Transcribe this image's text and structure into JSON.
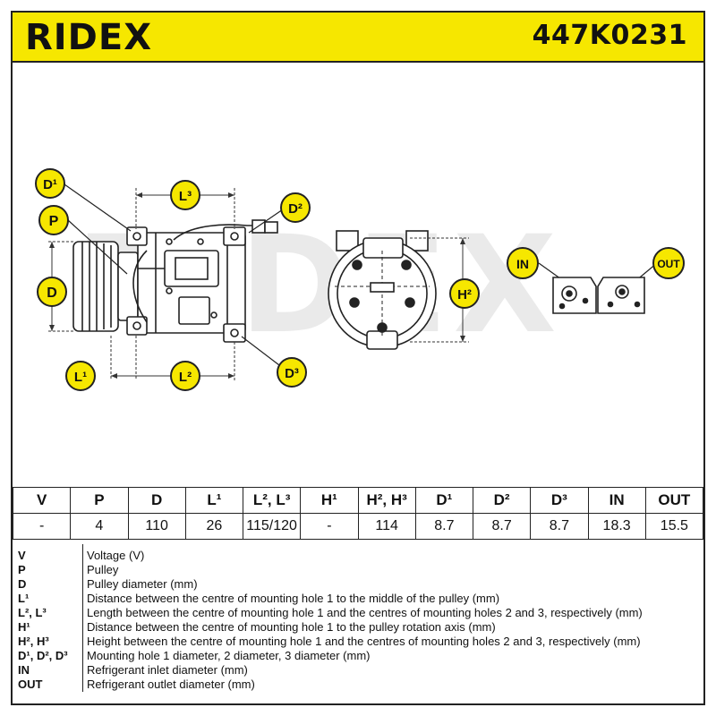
{
  "brand": {
    "name": "RIDEX"
  },
  "part_number": "447K0231",
  "drawing": {
    "callouts": {
      "d1": "D¹",
      "p": "P",
      "d": "D",
      "l1": "L¹",
      "l2": "L²",
      "l3": "L³",
      "d2": "D²",
      "d3": "D³",
      "h2": "H²",
      "in": "IN",
      "out": "OUT"
    },
    "accent_color": "#f6e700"
  },
  "spec_table": {
    "headers": [
      "V",
      "P",
      "D",
      "L¹",
      "L², L³",
      "H¹",
      "H², H³",
      "D¹",
      "D²",
      "D³",
      "IN",
      "OUT"
    ],
    "values": [
      "-",
      "4",
      "110",
      "26",
      "115/120",
      "-",
      "114",
      "8.7",
      "8.7",
      "8.7",
      "18.3",
      "15.5"
    ]
  },
  "legend": [
    {
      "key": "V",
      "text": "Voltage (V)"
    },
    {
      "key": "P",
      "text": "Pulley"
    },
    {
      "key": "D",
      "text": "Pulley diameter (mm)"
    },
    {
      "key": "L¹",
      "text": "Distance between the centre of mounting hole 1 to the middle of the pulley (mm)"
    },
    {
      "key": "L², L³",
      "text": "Length between the centre of mounting hole 1 and the centres of mounting holes 2 and 3, respectively (mm)"
    },
    {
      "key": "H¹",
      "text": "Distance between the centre of mounting hole 1 to the pulley rotation axis (mm)"
    },
    {
      "key": "H², H³",
      "text": "Height between the centre of mounting hole 1 and the centres of mounting holes 2 and 3, respectively (mm)"
    },
    {
      "key": "D¹, D², D³",
      "text": "Mounting hole 1 diameter, 2 diameter, 3 diameter (mm)"
    },
    {
      "key": "IN",
      "text": "Refrigerant inlet diameter (mm)"
    },
    {
      "key": "OUT",
      "text": "Refrigerant outlet diameter (mm)"
    }
  ]
}
